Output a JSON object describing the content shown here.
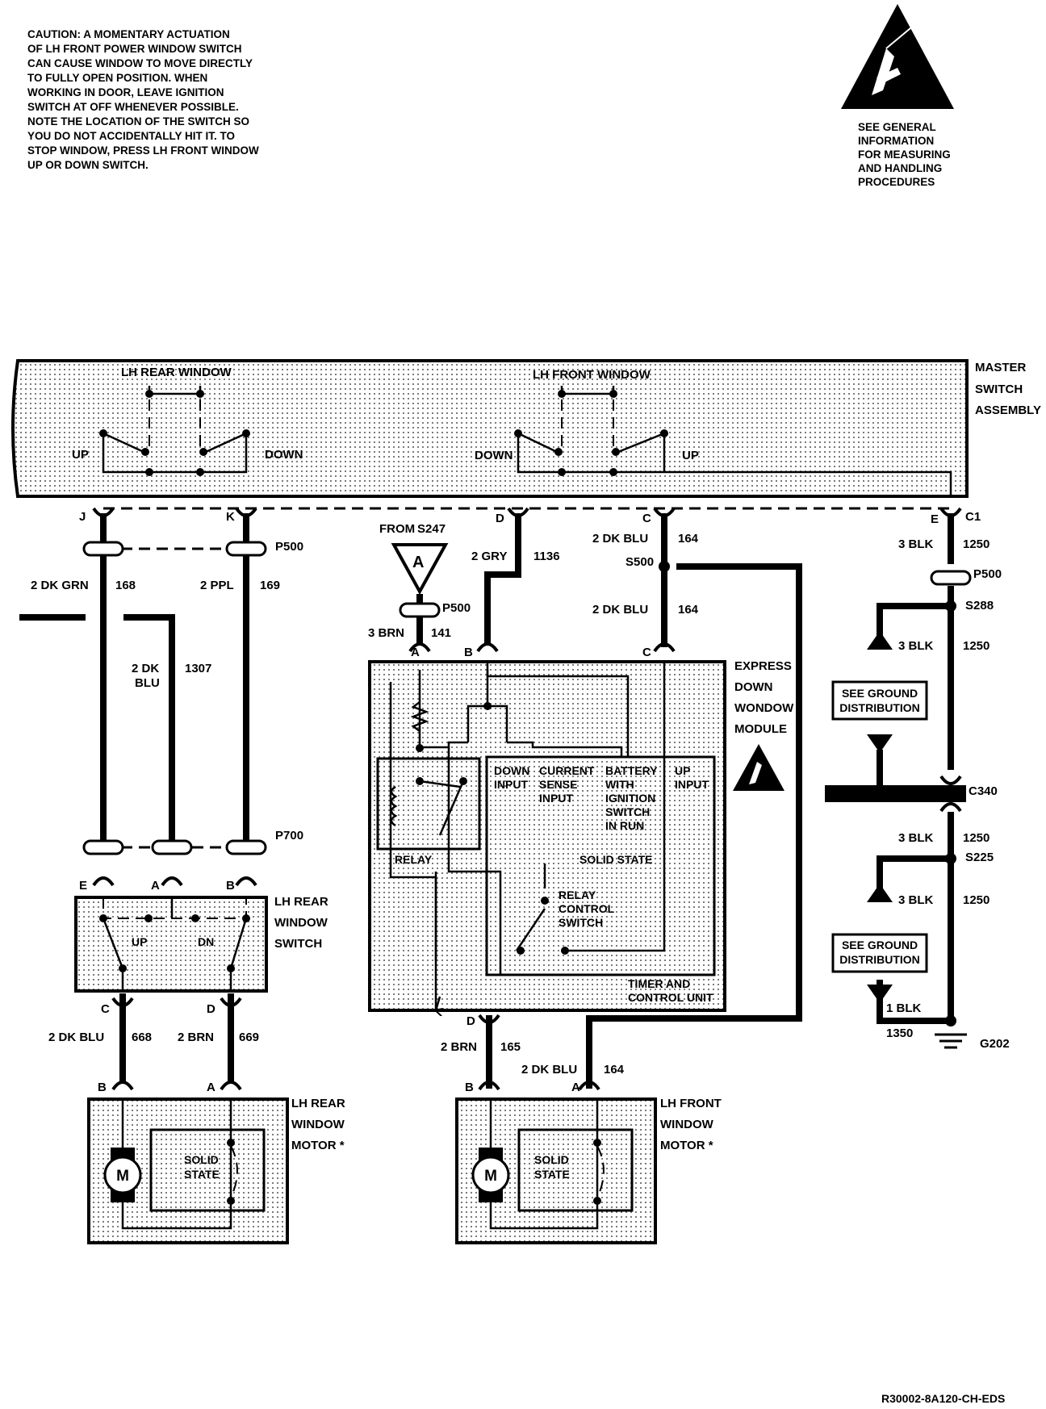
{
  "caution": {
    "lines": [
      "CAUTION: A MOMENTARY ACTUATION",
      "OF LH FRONT POWER WINDOW SWITCH",
      "CAN CAUSE WINDOW TO MOVE DIRECTLY",
      "TO FULLY OPEN POSITION. WHEN",
      "WORKING IN DOOR, LEAVE IGNITION",
      "SWITCH AT OFF WHENEVER POSSIBLE.",
      "NOTE THE LOCATION OF THE SWITCH SO",
      "YOU DO NOT ACCIDENTALLY HIT IT. TO",
      "STOP WINDOW, PRESS LH FRONT WINDOW",
      "UP OR DOWN SWITCH."
    ]
  },
  "esd_note": {
    "icon": "esd-warning-icon",
    "lines": [
      "SEE GENERAL",
      "INFORMATION",
      "FOR MEASURING",
      "AND HANDLING",
      "PROCEDURES"
    ]
  },
  "master_switch": {
    "title_lines": [
      "MASTER",
      "SWITCH",
      "ASSEMBLY"
    ],
    "lh_rear_window": "LH REAR WINDOW",
    "lh_front_window": "LH FRONT WINDOW",
    "rear_up": "UP",
    "rear_down": "DOWN",
    "front_down": "DOWN",
    "front_up": "UP"
  },
  "master_pins": {
    "j": "J",
    "k": "K",
    "d": "D",
    "c": "C",
    "e": "E",
    "c1": "C1"
  },
  "connectors": {
    "p500": "P500",
    "p700": "P700",
    "c340": "C340"
  },
  "splices": {
    "s500": "S500",
    "s288": "S288",
    "s225": "S225"
  },
  "ground": {
    "g202": "G202"
  },
  "from_s247": {
    "from": "FROM",
    "splice": "S247",
    "symbol": "A"
  },
  "wires": {
    "w168": {
      "color": "2 DK GRN",
      "circuit": "168"
    },
    "w169": {
      "color": "2 PPL",
      "circuit": "169"
    },
    "w1307": {
      "color_l1": "2 DK",
      "color_l2": "BLU",
      "circuit": "1307"
    },
    "w1136": {
      "color": "2 GRY",
      "circuit": "1136"
    },
    "w164a": {
      "color": "2 DK BLU",
      "circuit": "164"
    },
    "w164b": {
      "color": "2 DK BLU",
      "circuit": "164"
    },
    "w164c": {
      "color": "2 DK BLU",
      "circuit": "164"
    },
    "w141": {
      "color": "3 BRN",
      "circuit": "141"
    },
    "w1250a": {
      "color": "3 BLK",
      "circuit": "1250"
    },
    "w1250b": {
      "color": "3 BLK",
      "circuit": "1250"
    },
    "w1250c": {
      "color": "3 BLK",
      "circuit": "1250"
    },
    "w1250d": {
      "color": "3 BLK",
      "circuit": "1250"
    },
    "w668": {
      "color": "2 DK BLU",
      "circuit": "668"
    },
    "w669": {
      "color": "2 BRN",
      "circuit": "669"
    },
    "w165": {
      "color": "2 BRN",
      "circuit": "165"
    },
    "w1350": {
      "color": "1 BLK",
      "circuit": "1350"
    }
  },
  "ground_distribution": {
    "upper": [
      "SEE GROUND",
      "DISTRIBUTION"
    ],
    "lower": [
      "SEE GROUND",
      "DISTRIBUTION"
    ]
  },
  "module": {
    "title_lines": [
      "EXPRESS",
      "DOWN",
      "WONDOW",
      "MODULE"
    ],
    "pins": {
      "a": "A",
      "b": "B",
      "c": "C",
      "d": "D"
    },
    "relay": "RELAY",
    "down_input": [
      "DOWN",
      "INPUT"
    ],
    "current_sense": [
      "CURRENT",
      "SENSE",
      "INPUT"
    ],
    "battery": [
      "BATTERY",
      "WITH",
      "IGNITION",
      "SWITCH",
      "IN RUN"
    ],
    "up_input": [
      "UP",
      "INPUT"
    ],
    "solid_state": "SOLID STATE",
    "relay_control": [
      "RELAY",
      "CONTROL",
      "SWITCH"
    ],
    "timer": [
      "TIMER AND",
      "CONTROL UNIT"
    ]
  },
  "rear_switch": {
    "title_lines": [
      "LH REAR",
      "WINDOW",
      "SWITCH"
    ],
    "pins": {
      "e": "E",
      "a": "A",
      "b": "B",
      "c": "C",
      "d": "D"
    },
    "up": "UP",
    "dn": "DN"
  },
  "rear_motor": {
    "title_lines": [
      "LH REAR",
      "WINDOW",
      "MOTOR *"
    ],
    "pins": {
      "b": "B",
      "a": "A"
    },
    "motor": "M",
    "solid_state": [
      "SOLID",
      "STATE"
    ]
  },
  "front_motor": {
    "title_lines": [
      "LH FRONT",
      "WINDOW",
      "MOTOR *"
    ],
    "pins": {
      "b": "B",
      "a": "A"
    },
    "motor": "M",
    "solid_state": [
      "SOLID",
      "STATE"
    ]
  },
  "footer": {
    "code": "R30002-8A120-CH-EDS"
  }
}
